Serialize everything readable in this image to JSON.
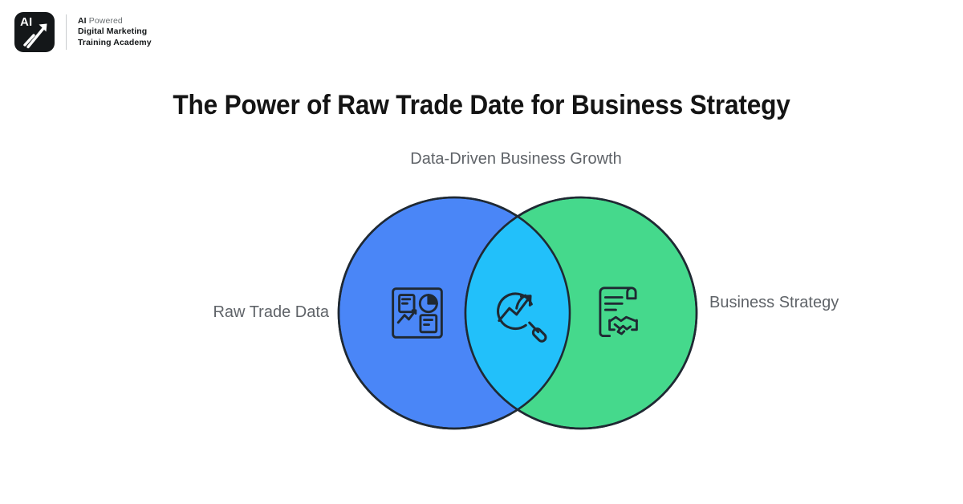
{
  "brand": {
    "mark_text": "AI",
    "mark_icon": "upward-arrow-icon",
    "line1_bold": "AI",
    "line1_rest": " Powered",
    "line2": "Digital Marketing",
    "line3": "Training Academy"
  },
  "title": "The Power of Raw Trade Date for Business Strategy",
  "diagram": {
    "type": "venn",
    "caption": "Data-Driven Business Growth",
    "left": {
      "label": "Raw Trade Data",
      "color": "#4A86F7",
      "icon": "analytics-dashboard-icon"
    },
    "right": {
      "label": "Business Strategy",
      "color": "#45D98C",
      "icon": "contract-handshake-icon"
    },
    "intersection": {
      "color": "#22C0FA",
      "icon": "trend-magnifier-icon"
    },
    "stroke_color": "#1F2933",
    "background": "#FFFFFF"
  },
  "colors": {
    "title_text": "#141414",
    "label_text": "#5F6368",
    "brand_dark": "#141719"
  }
}
